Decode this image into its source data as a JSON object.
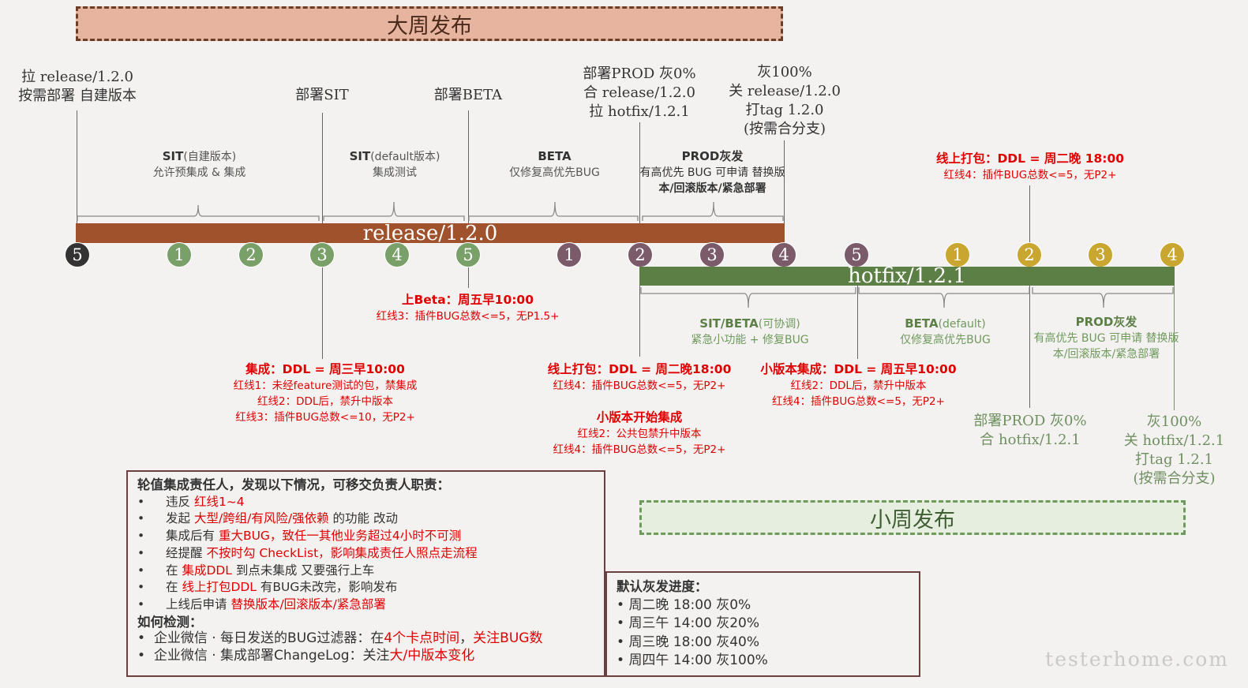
{
  "banners": {
    "big": "大周发布",
    "small": "小周发布"
  },
  "bars": {
    "release": "release/1.2.0",
    "hotfix": "hotfix/1.2.1"
  },
  "milestones_top": {
    "pull": [
      "拉 release/1.2.0",
      "按需部署 自建版本"
    ],
    "sit": "部署SIT",
    "beta": "部署BETA",
    "prod": [
      "部署PROD 灰0%",
      "合 release/1.2.0",
      "拉 hotfix/1.2.1"
    ],
    "full": [
      "灰100%",
      "关 release/1.2.0",
      "打tag 1.2.0",
      "(按需合分支)"
    ]
  },
  "phases_release": [
    {
      "title": "SIT",
      "sub": "(自建版本)",
      "desc": "允许预集成 & 集成"
    },
    {
      "title": "SIT",
      "sub": "(default版本)",
      "desc": "集成测试"
    },
    {
      "title": "BETA",
      "sub": "",
      "desc": "仅修复高优先BUG"
    },
    {
      "title": "PROD灰发",
      "sub": "",
      "desc": "有高优先 BUG 可申请 替换版",
      "desc2": "本/回滚版本/紧急部署"
    }
  ],
  "dots": {
    "release": [
      "5",
      "1",
      "2",
      "3",
      "4",
      "5",
      "1",
      "2",
      "3",
      "4",
      "5"
    ],
    "hotfix": [
      "1",
      "2",
      "3",
      "4"
    ]
  },
  "phases_hotfix": [
    {
      "title": "SIT/BETA",
      "sub": "(可协调)",
      "desc": "紧急小功能 + 修复BUG"
    },
    {
      "title": "BETA",
      "sub": "(default)",
      "desc": "仅修复高优先BUG"
    },
    {
      "title": "PROD灰发",
      "sub": "",
      "desc": "有高优先 BUG 可申请 替换版",
      "desc2": "本/回滚版本/紧急部署"
    }
  ],
  "red_notes": {
    "hotfix_pack": {
      "title": "线上打包：DDL = 周二晚 18:00",
      "lines": [
        "红线4：插件BUG总数<=5，无P2+"
      ]
    },
    "beta": {
      "title": "上Beta：周五早10:00",
      "lines": [
        "红线3：插件BUG总数<=5，无P1.5+"
      ]
    },
    "integrate": {
      "title": "集成：DDL = 周三早10:00",
      "lines": [
        "红线1：未经feature测试的包，禁集成",
        "红线2：DDL后，禁升中版本",
        "红线3：插件BUG总数<=10，无P2+"
      ]
    },
    "online_pack": {
      "title": "线上打包：DDL = 周二晚18:00",
      "lines": [
        "红线4：插件BUG总数<=5，无P2+"
      ]
    },
    "small_start": {
      "title": "小版本开始集成",
      "lines": [
        "红线2：公共包禁升中版本",
        "红线4：插件BUG总数<=5，无P2+"
      ]
    },
    "minor_integrate": {
      "title": "小版本集成：DDL = 周五早10:00",
      "lines": [
        "红线2：DDL后，禁升中版本",
        "红线4：插件BUG总数<=5，无P2+"
      ]
    }
  },
  "milestones_bottom": {
    "deploy": [
      "部署PROD 灰0%",
      "合 hotfix/1.2.1"
    ],
    "full": [
      "灰100%",
      "关 hotfix/1.2.1",
      "打tag 1.2.1",
      "(按需合分支)"
    ]
  },
  "box1": {
    "title": "轮值集成责任人，发现以下情况，可移交负责人职责：",
    "items": [
      {
        "a": "违反 ",
        "b": "红线1~4",
        "c": ""
      },
      {
        "a": "发起 ",
        "b": "大型/跨组/有风险/强依赖",
        "c": " 的功能 改动"
      },
      {
        "a": "集成后有 ",
        "b": "重大BUG，致任一其他业务超过4小时不可测",
        "c": ""
      },
      {
        "a": "经提醒 ",
        "b": "不按时勾 CheckList，影响集成责任人照点走流程",
        "c": ""
      },
      {
        "a": "在 ",
        "b": "集成DDL",
        "c": " 到点未集成 又要强行上车"
      },
      {
        "a": "在 ",
        "b": "线上打包DDL",
        "c": " 有BUG未改完，影响发布"
      },
      {
        "a": "上线后申请 ",
        "b": "替换版本/回滚版本/紧急部署",
        "c": ""
      }
    ],
    "detect_title": "如何检测：",
    "detect": [
      {
        "a": "企业微信 · 每日发送的BUG过滤器：在",
        "b": "4个卡点时间",
        "c": "，",
        "d": "关注BUG数"
      },
      {
        "a": "企业微信 · 集成部署ChangeLog：关注",
        "b": "大/中版本变化",
        "c": "",
        "d": ""
      }
    ]
  },
  "box2": {
    "title": "默认灰发进度：",
    "items": [
      "周二晚 18:00 灰0%",
      "周三午 14:00 灰20%",
      "周三晚 18:00 灰40%",
      "周四午 14:00 灰100%"
    ]
  },
  "watermark": "testerhome.com"
}
